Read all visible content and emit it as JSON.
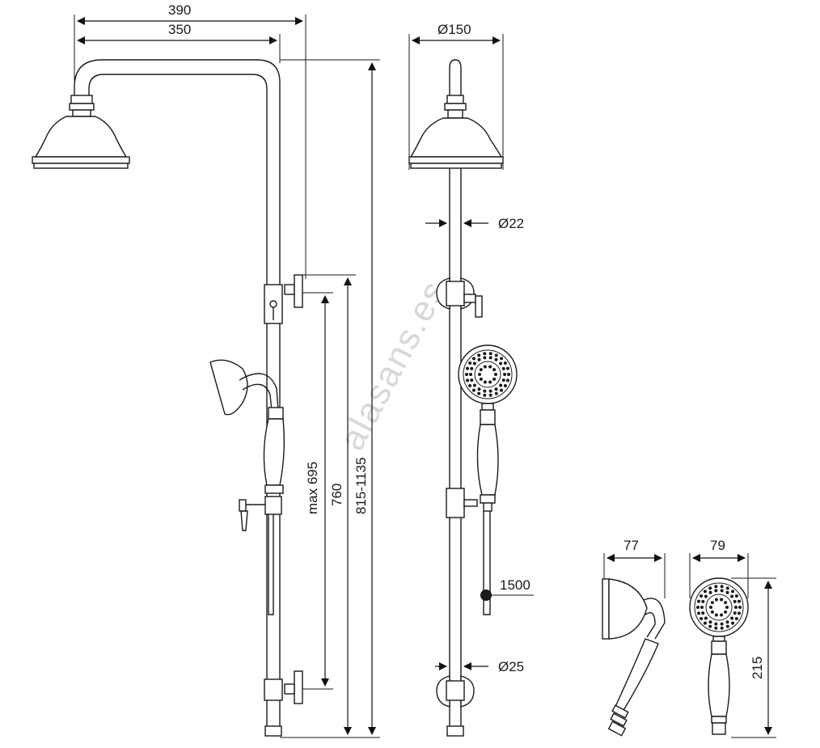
{
  "watermark": "alasans.es",
  "dimensions": {
    "overall_width": "390",
    "arm_length": "350",
    "head_diameter": "Ø150",
    "pipe_diameter_upper": "Ø22",
    "pipe_diameter_lower": "Ø25",
    "slide_travel": "max 695",
    "bracket_spacing": "760",
    "height_range": "815-1135",
    "hose_length": "1500",
    "handshower_side_width": "77",
    "handshower_front_width": "79",
    "handshower_length": "215"
  }
}
